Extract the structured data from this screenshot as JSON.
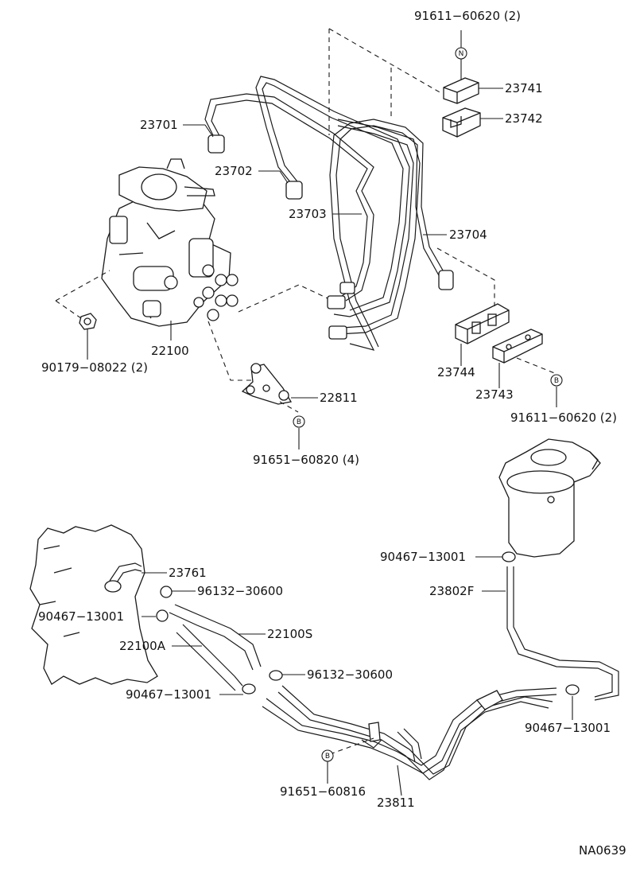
{
  "diagram_code": "NA0639",
  "parts": {
    "p91611_top": "91611−60620 (2)",
    "p23741": "23741",
    "p23742": "23742",
    "p23701": "23701",
    "p23702": "23702",
    "p23703": "23703",
    "p23704": "23704",
    "p22100": "22100",
    "p90179": "90179−08022 (2)",
    "p22811": "22811",
    "p91651_a": "91651−60820 (4)",
    "p23744": "23744",
    "p23743": "23743",
    "p91611_right": "91611−60620 (2)",
    "p90467_a": "90467−13001",
    "p23802F": "23802F",
    "p23761": "23761",
    "p96132_a": "96132−30600",
    "p90467_b": "90467−13001",
    "p22100S": "22100S",
    "p22100A": "22100A",
    "p96132_b": "96132−30600",
    "p90467_c": "90467−13001",
    "p90467_d": "90467−13001",
    "p91651_b": "91651−60816",
    "p23811": "23811"
  },
  "badges": {
    "n": "N",
    "b1": "B",
    "b2": "B",
    "b3": "B"
  }
}
